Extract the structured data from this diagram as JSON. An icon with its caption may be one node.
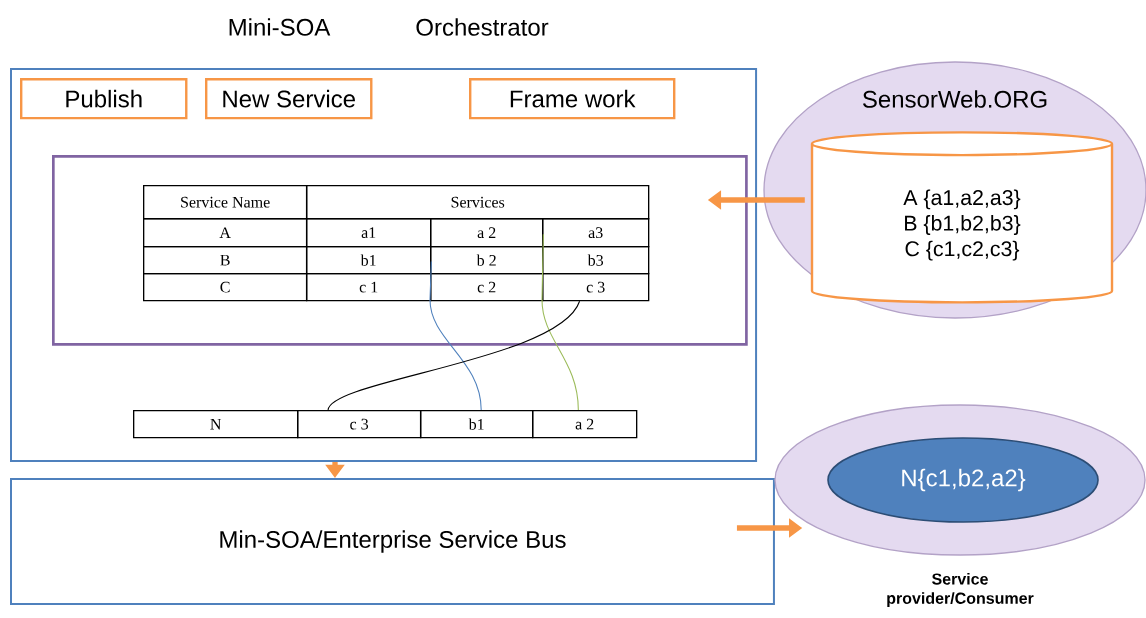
{
  "diagram": {
    "nodes": [
      {
        "text": [
          "Mini-SOA",
          "Orchestrator"
        ]
      },
      {
        "text": [
          "Publish"
        ],
        "in": 0
      },
      {
        "text": [
          "New Service"
        ],
        "in": 0
      },
      {
        "text": [
          "Frame work"
        ],
        "in": 0
      },
      {
        "text": [],
        "shape": "box",
        "in": 0
      },
      {
        "text": [
          "Service Name"
        ],
        "in": 4
      },
      {
        "text": [
          "Services"
        ],
        "in": 4
      },
      {
        "text": [
          "A"
        ],
        "in": 4
      },
      {
        "text": [
          "a1"
        ],
        "in": 4
      },
      {
        "text": [
          "a 2"
        ],
        "in": 4
      },
      {
        "text": [
          "a3"
        ],
        "in": 4
      },
      {
        "text": [
          "B"
        ],
        "in": 4
      },
      {
        "text": [
          "b1"
        ],
        "in": 4
      },
      {
        "text": [
          "b 2"
        ],
        "in": 4
      },
      {
        "text": [
          "b3"
        ],
        "in": 4
      },
      {
        "text": [
          "C"
        ],
        "in": 4
      },
      {
        "text": [
          "c 1"
        ],
        "in": 4
      },
      {
        "text": [
          "c 2"
        ],
        "in": 4
      },
      {
        "text": [
          "c 3"
        ],
        "in": 4
      },
      {
        "text": [
          "N"
        ],
        "in": 0
      },
      {
        "text": [
          "c 3"
        ],
        "in": 0
      },
      {
        "text": [
          "b1"
        ],
        "in": 0
      },
      {
        "text": [
          "a 2"
        ],
        "in": 0
      },
      {
        "text": [
          "Min-SOA/Enterprise Service Bus"
        ]
      },
      {
        "text": [
          "SensorWeb.ORG"
        ]
      },
      {
        "text": [
          "A {a1,a2,a3}",
          "B {b1,b2,b3}",
          "C {c1,c2,c3}"
        ],
        "in": 24
      },
      {
        "text": [],
        "shape": "ellipse",
        "beside": [
          "Service provider/Consumer"
        ]
      },
      {
        "text": [
          "N{c1,b2,a2}"
        ],
        "in": 26
      }
    ],
    "edges": [
      {
        "from": 25,
        "to": 4,
        "arrow": "to",
        "style": "thick",
        "color": "#f79646"
      },
      {
        "from": 0,
        "to": 23,
        "arrow": "to",
        "style": "thick",
        "color": "#f79646"
      },
      {
        "from": 23,
        "to": 26,
        "arrow": "to",
        "style": "thick",
        "color": "#f79646"
      },
      {
        "from": 12,
        "to": 21,
        "arrow": "none",
        "color": "#4f81bd"
      },
      {
        "from": 9,
        "to": 22,
        "arrow": "none",
        "color": "#9bbb59"
      },
      {
        "from": 18,
        "to": 20,
        "arrow": "none",
        "color": "#000000"
      }
    ]
  }
}
